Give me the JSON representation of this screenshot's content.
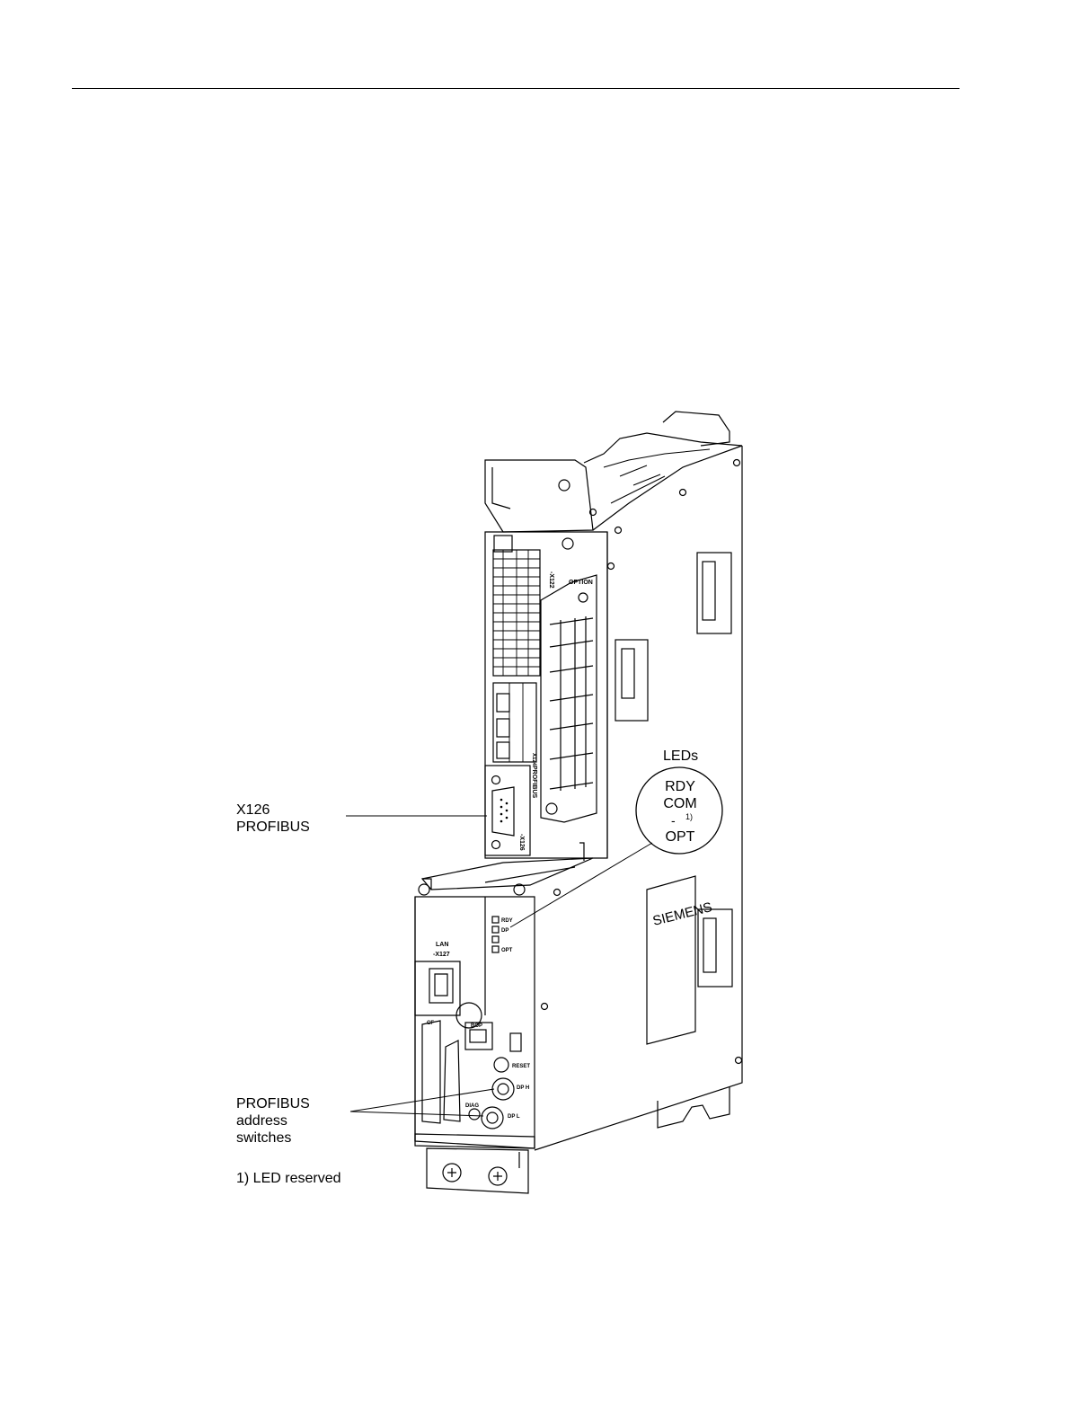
{
  "labels": {
    "x126_line1": "X126",
    "x126_line2": "PROFIBUS",
    "leds_title": "LEDs",
    "led_rdy": "RDY",
    "led_com": "COM",
    "led_dash": "-",
    "led_footnote_mark": "1)",
    "led_opt": "OPT",
    "switches_line1": "PROFIBUS",
    "switches_line2": "address",
    "switches_line3": "switches",
    "footnote": "1) LED reserved"
  },
  "device_markings": {
    "brand": "SIEMENS",
    "option": "OPTION",
    "x122": "-X122",
    "x126_slot": "-X126",
    "profibus_vertical": "PROFIBUS",
    "x124": "X124",
    "lan": "LAN",
    "x127": "-X127",
    "bop": "BOP",
    "cf": "CF",
    "reset": "RESET",
    "diag": "DIAG",
    "dp_h": "DP H",
    "dp_l": "DP L",
    "panel_rdy": "RDY",
    "panel_dp": "DP",
    "panel_opt": "OPT"
  }
}
